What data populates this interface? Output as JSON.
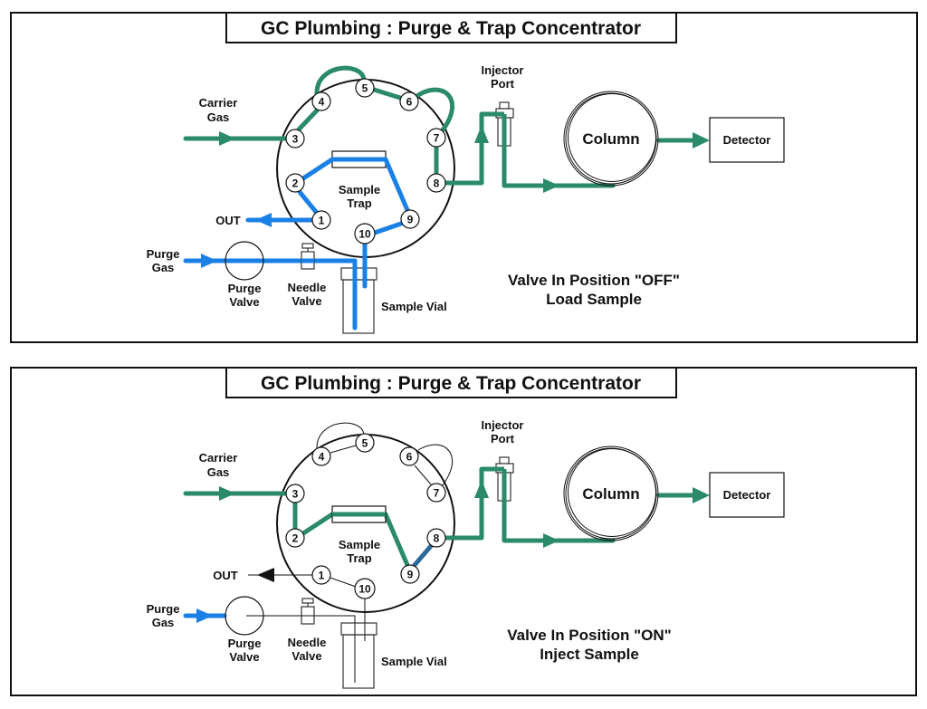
{
  "colors": {
    "carrier_green": "#2a8a6a",
    "purge_blue": "#1a80e6",
    "dark_blue": "#2a6a9a",
    "outline": "#111111"
  },
  "panels": [
    {
      "id": "off",
      "title": "GC Plumbing : Purge & Trap Concentrator",
      "state_line1": "Valve In Position \"OFF\"",
      "state_line2": "Load Sample",
      "labels": {
        "carrier_gas_1": "Carrier",
        "carrier_gas_2": "Gas",
        "purge_gas_1": "Purge",
        "purge_gas_2": "Gas",
        "out": "OUT",
        "purge_valve_1": "Purge",
        "purge_valve_2": "Valve",
        "needle_valve_1": "Needle",
        "needle_valve_2": "Valve",
        "sample_vial": "Sample Vial",
        "sample_trap_1": "Sample",
        "sample_trap_2": "Trap",
        "injector_1": "Injector",
        "injector_2": "Port",
        "column": "Column",
        "detector": "Detector"
      },
      "ports": [
        "1",
        "2",
        "3",
        "4",
        "5",
        "6",
        "7",
        "8",
        "9",
        "10"
      ]
    },
    {
      "id": "on",
      "title": "GC Plumbing : Purge & Trap Concentrator",
      "state_line1": "Valve In Position \"ON\"",
      "state_line2": "Inject Sample",
      "labels": {
        "carrier_gas_1": "Carrier",
        "carrier_gas_2": "Gas",
        "purge_gas_1": "Purge",
        "purge_gas_2": "Gas",
        "out": "OUT",
        "purge_valve_1": "Purge",
        "purge_valve_2": "Valve",
        "needle_valve_1": "Needle",
        "needle_valve_2": "Valve",
        "sample_vial": "Sample Vial",
        "sample_trap_1": "Sample",
        "sample_trap_2": "Trap",
        "injector_1": "Injector",
        "injector_2": "Port",
        "column": "Column",
        "detector": "Detector"
      },
      "ports": [
        "1",
        "2",
        "3",
        "4",
        "5",
        "6",
        "7",
        "8",
        "9",
        "10"
      ]
    }
  ]
}
